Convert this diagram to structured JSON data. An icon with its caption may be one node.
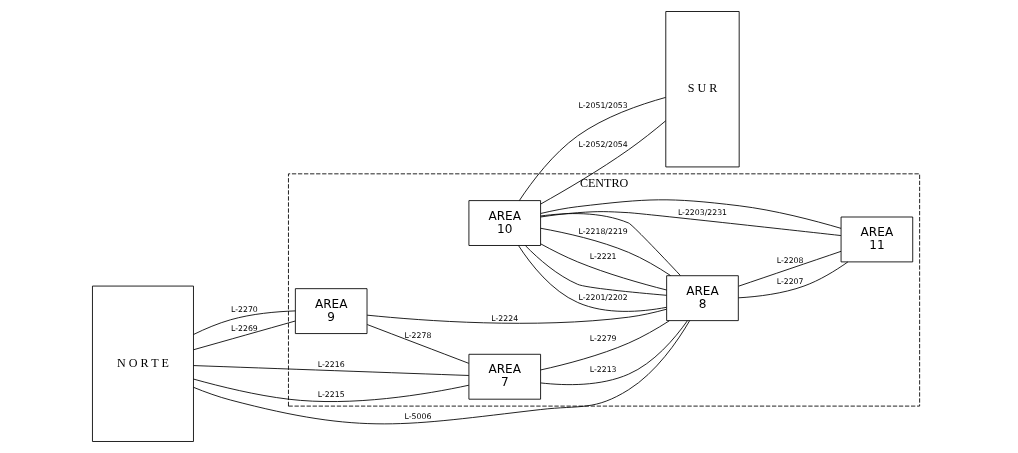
{
  "diagram": {
    "nodes": [
      {
        "text": [
          "N O R T E"
        ]
      },
      {
        "text": [
          "CENTRO"
        ]
      },
      {
        "text": [
          "AREA",
          "9"
        ],
        "in": 1
      },
      {
        "text": [
          "AREA",
          "10"
        ],
        "in": 1
      },
      {
        "text": [
          "AREA",
          "7"
        ],
        "in": 1
      },
      {
        "text": [
          "AREA",
          "8"
        ],
        "in": 1
      },
      {
        "text": [
          "AREA",
          "11"
        ],
        "in": 1
      },
      {
        "text": [
          "S U R"
        ]
      }
    ],
    "edges": [
      {
        "from": 0,
        "to": 2,
        "arrow": "none",
        "label": "L-2269"
      },
      {
        "from": 0,
        "to": 2,
        "arrow": "none",
        "label": "L-2270"
      },
      {
        "from": 3,
        "to": 7,
        "arrow": "none",
        "label": "L-2051/2053"
      },
      {
        "from": 3,
        "to": 7,
        "arrow": "none",
        "label": "L-2052/2054"
      },
      {
        "from": 2,
        "to": 4,
        "arrow": "none",
        "label": "L-2278"
      },
      {
        "from": 2,
        "to": 5,
        "arrow": "none",
        "label": "L-2224"
      },
      {
        "from": 3,
        "to": 5,
        "arrow": "none",
        "label": "L-2221"
      },
      {
        "from": 3,
        "to": 5,
        "arrow": "none",
        "label": "L-2218/2219"
      },
      {
        "from": 3,
        "to": 5,
        "arrow": "none"
      },
      {
        "from": 3,
        "to": 5,
        "arrow": "none",
        "label": "L-2201/2202"
      },
      {
        "from": 3,
        "to": 5,
        "arrow": "none"
      },
      {
        "from": 3,
        "to": 6,
        "arrow": "none",
        "label": "L-2203/2231"
      },
      {
        "from": 3,
        "to": 6,
        "arrow": "none"
      },
      {
        "from": 0,
        "to": 4,
        "arrow": "none",
        "label": "L-2215"
      },
      {
        "from": 0,
        "to": 4,
        "arrow": "none",
        "label": "L-2216"
      },
      {
        "from": 4,
        "to": 5,
        "arrow": "none",
        "label": "L-2279"
      },
      {
        "from": 4,
        "to": 5,
        "arrow": "none",
        "label": "L-2213"
      },
      {
        "from": 5,
        "to": 6,
        "arrow": "none",
        "label": "L-2207"
      },
      {
        "from": 5,
        "to": 6,
        "arrow": "none",
        "label": "L-2208"
      },
      {
        "from": 0,
        "to": 5,
        "arrow": "none",
        "label": "L-5006"
      }
    ]
  }
}
